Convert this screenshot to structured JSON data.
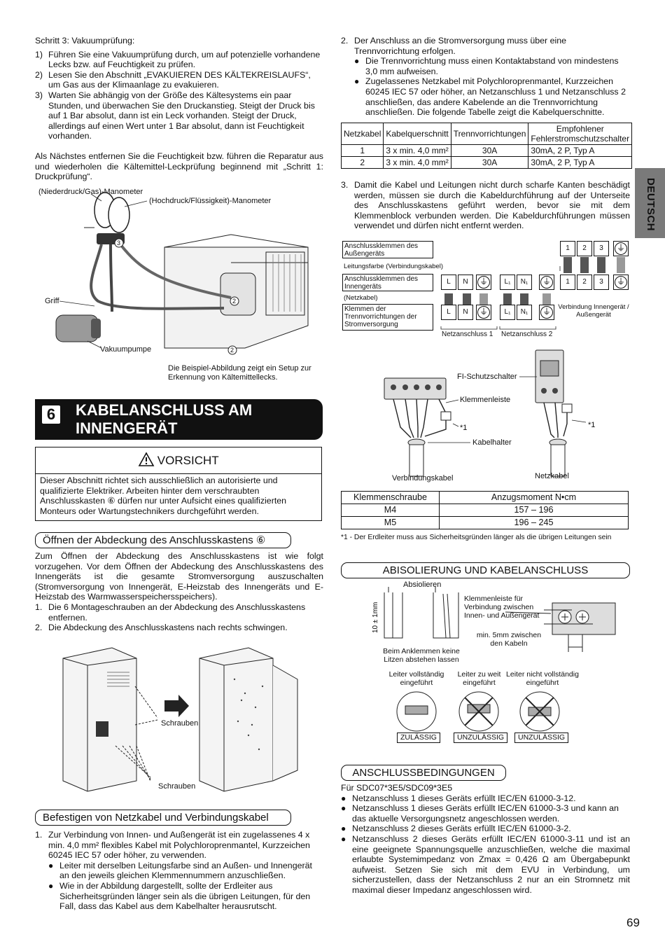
{
  "page_number": "69",
  "side_tab": "DEUTSCH",
  "left": {
    "step3_title": "Schritt 3: Vakuumprüfung:",
    "step3_items": [
      {
        "n": "1)",
        "text": "Führen Sie eine Vakuumprüfung durch, um auf potenzielle vorhandene Lecks bzw. auf Feuchtigkeit zu prüfen."
      },
      {
        "n": "2)",
        "text": "Lesen Sie den Abschnitt „EVAKUIEREN DES KÄLTEKREISLAUFS“, um Gas aus der Klimaanlage zu evakuieren."
      },
      {
        "n": "3)",
        "text": "Warten Sie abhängig von der Größe des Kältesystems ein paar Stunden, und überwachen Sie den Druckanstieg. Steigt der Druck bis auf 1 Bar absolut, dann ist ein Leck vorhanden. Steigt der Druck, allerdings auf einen Wert unter 1 Bar absolut, dann ist Feuchtigkeit vorhanden."
      }
    ],
    "next_para": "Als Nächstes entfernen Sie die Feuchtigkeit bzw. führen die Reparatur aus und wiederholen die Kältemittel-Leckprüfung beginnend mit „Schritt 1: Druckprüfung“.",
    "fig1": {
      "label_low": "(Niederdruck/Gas)-Manometer",
      "label_high": "(Hochdruck/Flüssigkeit)-Manometer",
      "label_grip": "Griff",
      "label_pump": "Vakuumpumpe",
      "num3": "3",
      "num2a": "2",
      "num2b": "2",
      "caption": "Die Beispiel-Abbildung zeigt ein Setup zur Erkennung von Kältemittellecks."
    },
    "section_number": "6",
    "section_title_line1": "KABELANSCHLUSS AM",
    "section_title_line2": "INNENGERÄT",
    "caution_title": "VORSICHT",
    "caution_text": "Dieser Abschnitt richtet sich ausschließlich an autorisierte und qualifizierte Elektriker. Arbeiten hinter dem verschraubten Anschlusskasten ⑥ dürfen nur unter Aufsicht eines qualifizierten Monteurs oder Wartungstechnikers durchgeführt werden.",
    "open_heading": "Öffnen der Abdeckung des Anschlusskastens ⑥",
    "open_para": "Zum Öffnen der Abdeckung des Anschlusskastens ist wie folgt vorzugehen. Vor dem Öffnen der Abdeckung des Anschlusskastens des Innengeräts ist die gesamte Stromversorgung auszuschalten (Stromversorgung von Innengerät, E-Heizstab des Innengeräts und E-Heizstab des Warmwasserspeichersspeichers).",
    "open_items": [
      {
        "n": "1.",
        "text": "Die 6 Montageschrauben an der Abdeckung des Anschlusskastens entfernen."
      },
      {
        "n": "2.",
        "text": "Die Abdeckung des Anschlusskastens nach rechts schwingen."
      }
    ],
    "fig2": {
      "label_screws_top": "Schrauben",
      "label_screws_bottom": "Schrauben"
    },
    "fix_heading": "Befestigen von Netzkabel und Verbindungskabel",
    "fix_item1_n": "1.",
    "fix_item1_text": "Zur Verbindung von Innen- und Außengerät ist ein zugelassenes 4 x min. 4,0 mm² flexibles Kabel mit Polychloroprenmantel, Kurzzeichen 60245 IEC 57 oder höher, zu verwenden.",
    "fix_bullets": [
      "Leiter mit derselben Leitungsfarbe sind an Außen- und Innengerät an den jeweils gleichen Klemmennummern anzuschließen.",
      "Wie in der Abbildung dargestellt, sollte der Erdleiter aus Sicherheitsgründen länger sein als die übrigen Leitungen, für den Fall, dass das Kabel aus dem Kabelhalter herausrutscht."
    ]
  },
  "right": {
    "item2_n": "2.",
    "item2_text": "Der Anschluss an die Stromversorgung muss über eine Trennvorrichtung erfolgen.",
    "item2_bullets": [
      "Die Trennvorrichtung muss einen Kontaktabstand von mindestens 3,0 mm aufweisen.",
      "Zugelassenes Netzkabel mit Polychloroprenmantel, Kurzzeichen 60245 IEC 57 oder höher, an Netzanschluss 1 und Netzanschluss 2 anschließen, das andere Kabelende an die Trennvorrichtung anschließen. Die folgende Tabelle zeigt die Kabelquerschnitte."
    ],
    "cable_table": {
      "headers": [
        "Netzkabel",
        "Kabelquerschnitt",
        "Trennvorrichtungen",
        "Empfohlener Fehlerstromschutzschalter"
      ],
      "rows": [
        [
          "1",
          "3 x min. 4,0 mm²",
          "30A",
          "30mA, 2 P, Typ A"
        ],
        [
          "2",
          "3 x min. 4,0 mm²",
          "30A",
          "30mA, 2 P, Typ A"
        ]
      ]
    },
    "item3_n": "3.",
    "item3_text": "Damit die Kabel und Leitungen nicht durch scharfe Kanten beschädigt werden, müssen sie durch die Kabeldurchführung auf der Unterseite des Anschlusskastens geführt werden, bevor sie mit dem Klemmenblock verbunden werden. Die Kabeldurchführungen müssen verwendet und dürfen nicht entfernt werden.",
    "wiring": {
      "box_outdoor": "Anschlussklemmen des Außengeräts",
      "line_color": "Leitungsfarbe (Verbindungskabel)",
      "box_indoor": "Anschlussklemmen des Innengeräts",
      "net_cable": "(Netzkabel)",
      "box_supply": "Klemmen der Trennvorrichtungen der Stromversorgung",
      "t_L": "L",
      "t_N": "N",
      "t_L1": "L₁",
      "t_N1": "N₁",
      "t_1": "1",
      "t_2": "2",
      "t_3": "3",
      "netz1": "Netzanschluss 1",
      "netz2": "Netzanschluss 2",
      "connection": "Verbindung Innengerät / Außengerät"
    },
    "fig3": {
      "fi": "FI-Schutzschalter",
      "klemmenleiste": "Klemmenleiste",
      "star1a": "*1",
      "star1b": "*1",
      "kabelhalter": "Kabelhalter",
      "verbindungskabel": "Verbindungskabel",
      "netzkabel": "Netzkabel"
    },
    "torque_table": {
      "headers": [
        "Klemmenschraube",
        "Anzugsmoment N•cm"
      ],
      "rows": [
        [
          "M4",
          "157 – 196"
        ],
        [
          "M5",
          "196 – 245"
        ]
      ]
    },
    "footnote": "*1 - Der Erdleiter muss aus Sicherheitsgründen länger als die übrigen Leitungen sein",
    "strip_heading": "ABISOLIERUNG UND KABELANSCHLUSS",
    "strip_fig": {
      "abisolieren": "Absiolieren",
      "dimension": "10 ± 1mm",
      "strands": "Beim Anklemmen keine Litzen abstehen lassen",
      "terminal_label": "Klemmenleiste für Verbindung zwischen Innen- und Außengerät",
      "min_gap": "min. 5mm zwischen den Kabeln",
      "ok_label": "Leiter vollständig eingeführt",
      "too_far": "Leiter zu weit eingeführt",
      "not_full": "Leiter nicht vollständig eingeführt",
      "ok": "ZULÄSSIG",
      "bad1": "UNZULÄSSIG",
      "bad2": "UNZULÄSSIG"
    },
    "cond_heading": "ANSCHLUSSBEDINGUNGEN",
    "cond_models": "Für SDC07*3E5/SDC09*3E5",
    "cond_bullets": [
      "Netzanschluss 1 dieses Geräts erfüllt IEC/EN 61000-3-12.",
      "Netzanschluss 1 dieses Geräts erfüllt IEC/EN 61000-3-3 und kann an das aktuelle Versorgungsnetz angeschlossen werden.",
      "Netzanschluss 2 dieses Geräts erfüllt IEC/EN 61000-3-2.",
      "Netzanschluss 2 dieses Geräts erfüllt IEC/EN 61000-3-11 und ist an eine geeignete Spannungsquelle anzuschließen, welche die maximal erlaubte Systemimpedanz von Zmax = 0,426 Ω am Übergabepunkt aufweist. Setzen Sie sich mit dem EVU in Verbindung, um sicherzustellen, dass der Netzanschluss 2 nur an ein Stromnetz mit maximal dieser Impedanz angeschlossen wird."
    ]
  }
}
